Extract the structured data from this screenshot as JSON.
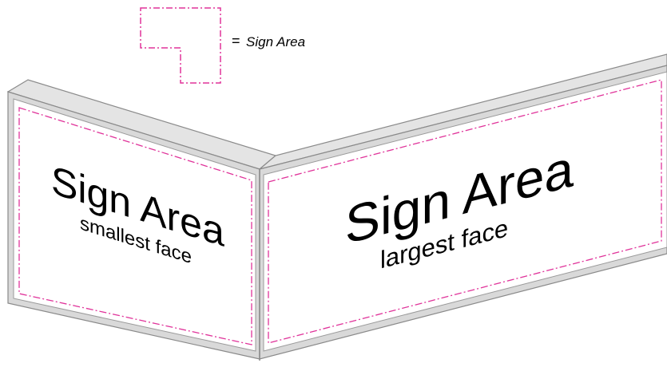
{
  "legend": {
    "symbol": "=",
    "label": "Sign Area"
  },
  "left_face": {
    "title": "Sign Area",
    "subtitle": "smallest face"
  },
  "right_face": {
    "title": "Sign Area",
    "subtitle": "largest face"
  },
  "colors": {
    "sign_area_outline": "#e0339a",
    "frame_top": "#e4e4e4",
    "frame_outline": "#8a8a8a",
    "face_fill": "#ffffff",
    "text": "#000000"
  }
}
